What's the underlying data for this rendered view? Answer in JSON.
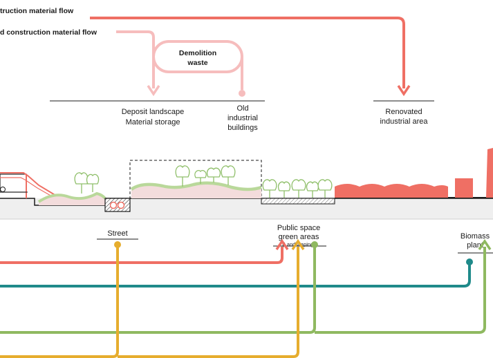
{
  "flows": {
    "top_flow_label": "truction material flow",
    "second_flow_label": "d construction material flow",
    "demolition_label_line1": "Demolition",
    "demolition_label_line2": "waste"
  },
  "sites": {
    "deposit_line1": "Deposit landscape",
    "deposit_line2": "Material storage",
    "old_line1": "Old",
    "old_line2": "industrial",
    "old_line3": "buildings",
    "renovated_line1": "Renovated",
    "renovated_line2": "industrial area"
  },
  "bottom": {
    "street": "Street",
    "public_line1": "Public space",
    "public_line2": "green areas",
    "public_line3": "(Landscaping)",
    "biomass_line1": "Biomass",
    "biomass_line2": "plant"
  },
  "colors": {
    "red": "#ef6f64",
    "pink": "#f6bdbd",
    "teal": "#1f8a8a",
    "green": "#8fb960",
    "yellow": "#e6ad2e",
    "ground": "#efefef",
    "tree_green": "#8fbf6a",
    "mound": "#b9d89a"
  }
}
